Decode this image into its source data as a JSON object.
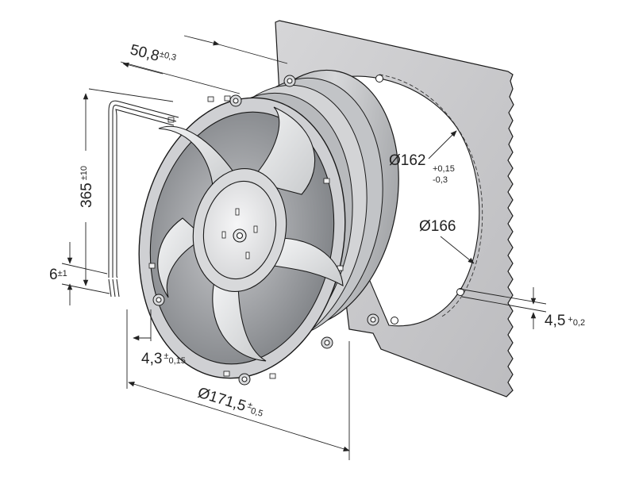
{
  "drawing": {
    "subject": "axial-fan",
    "colors": {
      "line": "#1a1a1a",
      "plate": "#c9c9cb",
      "metal_light": "#e6e7e9",
      "metal_mid": "#b9bbbe",
      "metal_dark": "#8d8f93",
      "dim_line": "#222222"
    }
  },
  "dimensions": {
    "depth": {
      "main": "50,8",
      "tol_sym": "±",
      "tol": "0,3"
    },
    "cable_length": {
      "main": "365",
      "tol_sym": "±",
      "tol": "10"
    },
    "strip_length": {
      "main": "6",
      "tol_sym": "±",
      "tol": "1"
    },
    "hole_front": {
      "main": "4,3",
      "tol_sym": "±",
      "tol": "0,15"
    },
    "outer_dia": {
      "main": "Ø171,5",
      "tol_sym": "±",
      "tol": "0,5"
    },
    "cutout_dia": {
      "main": "Ø162",
      "tol_upper": "+0,15",
      "tol_lower": "-0,3"
    },
    "bolt_circle": {
      "main": "Ø166"
    },
    "hole_rear": {
      "main": "4,5",
      "tol_sym": "+",
      "tol": "0,2"
    }
  }
}
